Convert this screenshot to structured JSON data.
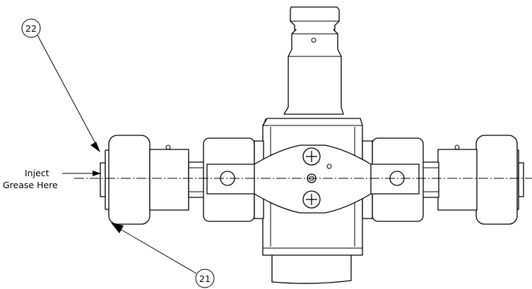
{
  "callouts": [
    {
      "label": "22"
    },
    {
      "label": "21"
    }
  ],
  "note": {
    "line1": "Inject",
    "line2": "Grease Here"
  },
  "colors": {
    "line": "#000000",
    "background": "#ffffff"
  }
}
